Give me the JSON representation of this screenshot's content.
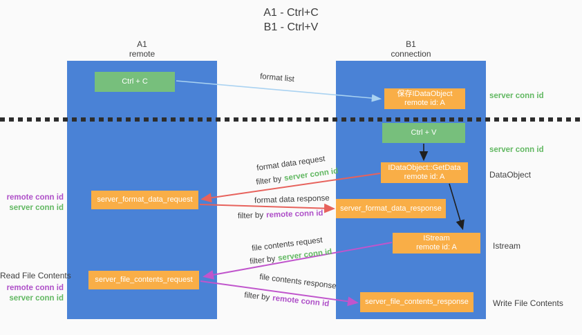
{
  "title": {
    "line1": "A1 - Ctrl+C",
    "line2": "B1 - Ctrl+V"
  },
  "lanes": {
    "a": {
      "id": "A1",
      "role": "remote"
    },
    "b": {
      "id": "B1",
      "role": "connection"
    }
  },
  "nodes": {
    "ctrl_c": {
      "label": "Ctrl + C"
    },
    "ctrl_v": {
      "label": "Ctrl + V"
    },
    "save_dataobject": {
      "line1": "保存IDataObject",
      "line2": "remote id: A"
    },
    "getdata": {
      "line1": "IDataObject::GetData",
      "line2": "remote id: A"
    },
    "istream": {
      "line1": "IStream",
      "line2": "remote id: A"
    },
    "server_format_data_request": {
      "label": "server_format_data_request"
    },
    "server_format_data_response": {
      "label": "server_format_data_response"
    },
    "server_file_contents_request": {
      "label": "server_file_contents_request"
    },
    "server_file_contents_response": {
      "label": "server_file_contents_response"
    }
  },
  "arrows": {
    "format_list": {
      "label": "format list"
    },
    "format_data_request": {
      "label": "format data request",
      "filter_prefix": "filter by",
      "filter_key": "server conn id"
    },
    "format_data_response": {
      "label": "format data response",
      "filter_prefix": "filter by",
      "filter_key": "remote conn id"
    },
    "file_contents_request": {
      "label": "file contents request",
      "filter_prefix": "filter by",
      "filter_key": "server conn id"
    },
    "file_contents_response": {
      "label": "file contents response",
      "filter_prefix": "filter by",
      "filter_key": "remote conn id"
    }
  },
  "right_labels": {
    "server_conn_id_top": "server conn id",
    "server_conn_id_mid": "server conn id",
    "dataobject": "DataObject",
    "istream": "Istream",
    "write_file_contents": "Write File Contents"
  },
  "left_labels": {
    "remote_conn_id_format": "remote conn id",
    "server_conn_id_format": "server conn id",
    "read_file_contents": "Read File Contents",
    "remote_conn_id_file": "remote conn id",
    "server_conn_id_file": "server conn id"
  },
  "colors": {
    "lane_blue": "#4a82d6",
    "node_green": "#77bf7c",
    "node_orange": "#f9ae47",
    "arrow_light_blue": "#a9d2f1",
    "arrow_red": "#e7625c",
    "arrow_purple": "#c055cc",
    "arrow_black": "#1f1f1f",
    "label_green": "#62b862",
    "label_purple": "#ae4fc8"
  }
}
